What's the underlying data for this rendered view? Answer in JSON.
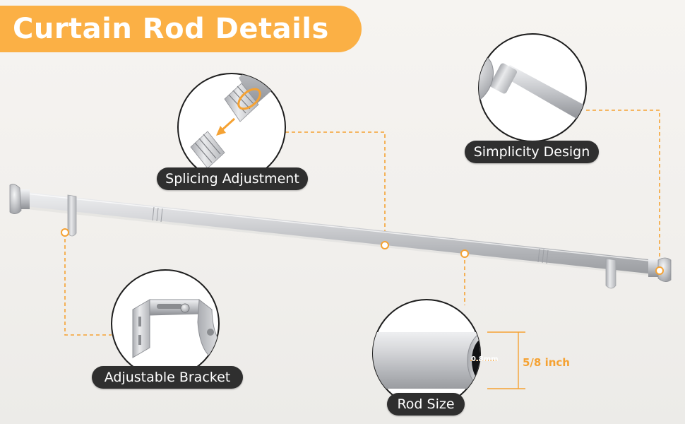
{
  "title": "Curtain Rod Details",
  "colors": {
    "accent": "#fbb045",
    "accent_line": "#f5a233",
    "label_bg": "#2f2f2f",
    "label_text": "#ffffff",
    "rod_silver": "#c9cacd"
  },
  "callouts": {
    "splicing": {
      "label": "Splicing Adjustment",
      "icon": "splice-arrow-icon"
    },
    "simplicity": {
      "label": "Simplicity Design",
      "icon": "rod-finial-icon"
    },
    "bracket": {
      "label": "Adjustable Bracket",
      "icon": "bracket-icon"
    },
    "rod_size": {
      "label": "Rod Size",
      "wall": "0.8mm",
      "diameter": "5/8 inch",
      "icon": "rod-cross-section-icon"
    }
  }
}
